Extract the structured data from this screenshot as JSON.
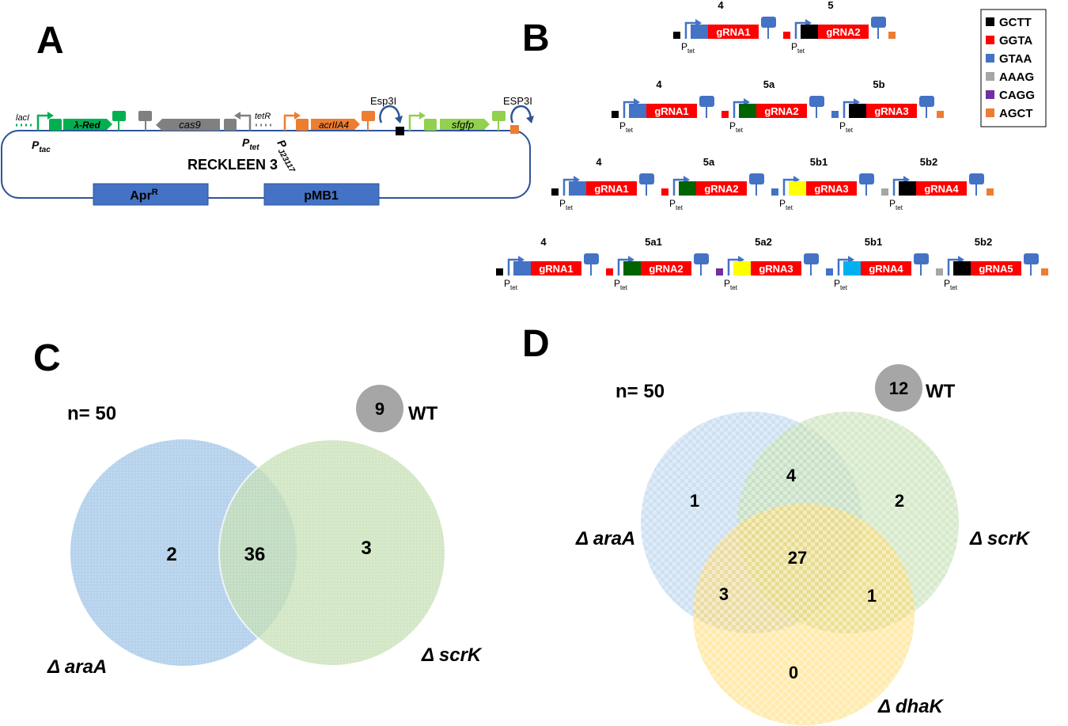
{
  "panels": {
    "a": "A",
    "b": "B",
    "c": "C",
    "d": "D"
  },
  "colors": {
    "gctt": "#000000",
    "ggta": "#ff0000",
    "gtaa": "#4472c4",
    "aaag": "#a6a6a6",
    "cagg": "#7030a0",
    "agct": "#ed7d31",
    "lambda_green": "#00b050",
    "cas9_gray": "#808080",
    "acr_orange": "#ed7d31",
    "sfgfp_green": "#92d050",
    "promoter_blue": "#4472c4"
  },
  "plasmid": {
    "name": "RECKLEEN 3",
    "laci": "lacI",
    "lambda_red": "λ-Red",
    "cas9": "cas9",
    "tetr": "tetR",
    "acriia4": "acrIIA4",
    "sfgfp": "sfgfp",
    "ptac": "P",
    "ptac_sub": "tac",
    "ptet": "P",
    "ptet_sub": "tet",
    "pj": "P",
    "pj_sub": "J23117",
    "esp3i_1": "Esp3I",
    "esp3i_2": "ESP3I",
    "apr": "Apr",
    "apr_sup": "R",
    "pmb1": "pMB1"
  },
  "legend": [
    {
      "label": "GCTT",
      "color": "#000000"
    },
    {
      "label": "GGTA",
      "color": "#ff0000"
    },
    {
      "label": "GTAA",
      "color": "#4472c4"
    },
    {
      "label": "AAAG",
      "color": "#a6a6a6"
    },
    {
      "label": "CAGG",
      "color": "#7030a0"
    },
    {
      "label": "AGCT",
      "color": "#ed7d31"
    }
  ],
  "arrays": {
    "common": {
      "p": "P",
      "sub": "tet"
    },
    "row1": [
      "gRNA1",
      "gRNA2"
    ],
    "row1_nums": [
      "4",
      "5"
    ],
    "row2": [
      "gRNA1",
      "gRNA2",
      "gRNA3"
    ],
    "row2_nums": [
      "4",
      "5a",
      "5b"
    ],
    "row3": [
      "gRNA1",
      "gRNA2",
      "gRNA3",
      "gRNA4"
    ],
    "row3_nums": [
      "4",
      "5a",
      "5b1",
      "5b2"
    ],
    "row4": [
      "gRNA1",
      "gRNA2",
      "gRNA3",
      "gRNA4",
      "gRNA5"
    ],
    "row4_nums": [
      "4",
      "5a1",
      "5a2",
      "5b1",
      "5b2"
    ]
  },
  "venn_c": {
    "n": "n= 50",
    "wt_count": "9",
    "wt": "WT",
    "set1": "Δ araA",
    "set2": "Δ scrK",
    "only1": "2",
    "both": "36",
    "only2": "3"
  },
  "venn_d": {
    "n": "n= 50",
    "wt_count": "12",
    "wt": "WT",
    "set1": "Δ araA",
    "set2": "Δ scrK",
    "set3": "Δ dhaK",
    "a_only": "1",
    "s_only": "2",
    "d_only": "0",
    "as": "4",
    "ad": "3",
    "sd": "1",
    "asd": "27"
  }
}
